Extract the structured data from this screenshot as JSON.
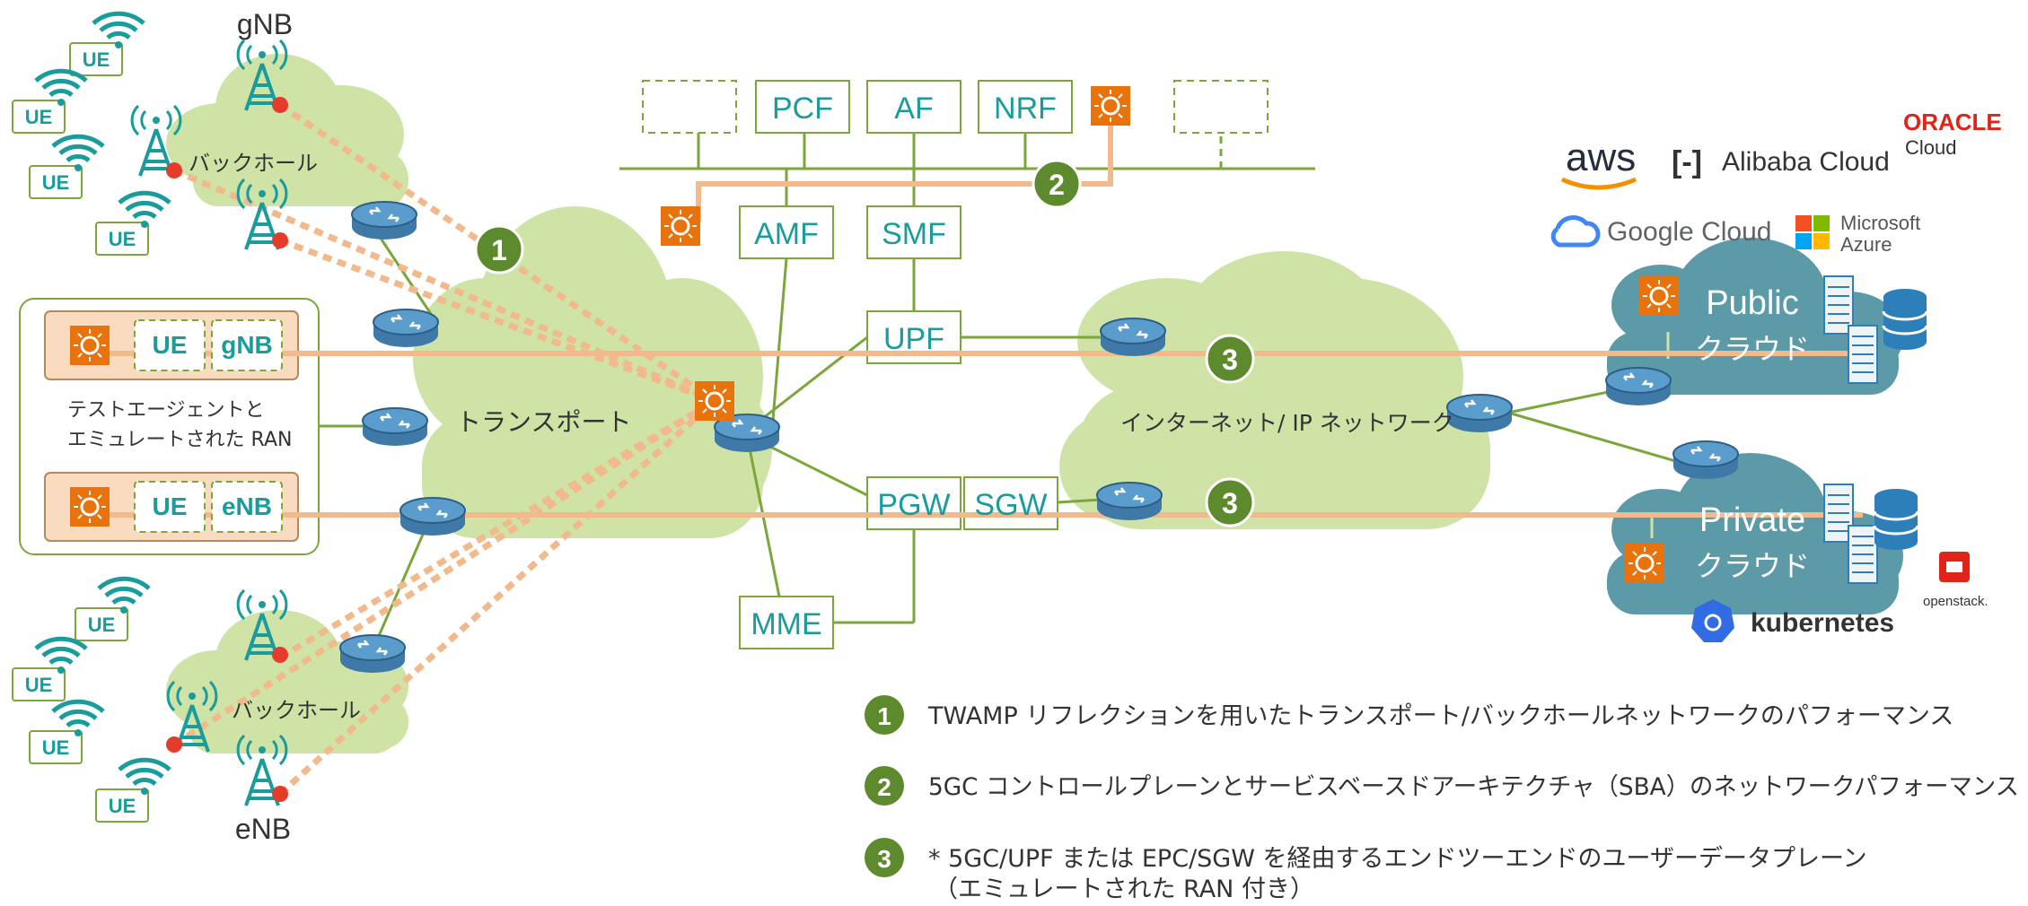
{
  "gnb_label": "gNB",
  "enb_label": "eNB",
  "ue_label": "UE",
  "backhaul_label": "バックホール",
  "transport_label": "トランスポート",
  "internet_label": "インターネット/ IP ネットワーク",
  "test_agent_label_line1": "テストエージェントと",
  "test_agent_label_line2": "エミュレートされた RAN",
  "nf": {
    "pcf": "PCF",
    "af": "AF",
    "nrf": "NRF",
    "amf": "AMF",
    "smf": "SMF",
    "upf": "UPF",
    "pgw": "PGW",
    "sgw": "SGW",
    "mme": "MME",
    "gnb": "gNB",
    "enb": "eNB"
  },
  "clouds": {
    "public_line1": "Public",
    "public_line2": "クラウド",
    "private_line1": "Private",
    "private_line2": "クラウド"
  },
  "brands": {
    "aws": "aws",
    "alibaba": "Alibaba Cloud",
    "oracle": "ORACLE",
    "oracle_sub": "Cloud",
    "google": "Google Cloud",
    "microsoft": "Microsoft",
    "azure": "Azure",
    "kubernetes": "kubernetes",
    "openstack": "openstack."
  },
  "markers": {
    "m1": "1",
    "m2": "2",
    "m3": "3"
  },
  "legend": [
    {
      "num": "1",
      "text": "TWAMP リフレクションを用いたトランスポート/バックホールネットワークのパフォーマンス"
    },
    {
      "num": "2",
      "text": "5GC コントロールプレーンとサービスベースドアーキテクチャ（SBA）のネットワークパフォーマンス"
    },
    {
      "num": "3",
      "text": "* 5GC/UPF または EPC/SGW を経由するエンドツーエンドのユーザーデータプレーン",
      "text2": "（エミュレートされた RAN 付き）"
    }
  ],
  "colors": {
    "cloud_green": "#cfe3a6",
    "cloud_teal": "#5b9aa6",
    "teal": "#1a9c9c",
    "orange": "#e8730c",
    "link_orange": "#f2b98c",
    "marker_green": "#5e8a2e",
    "line_green": "#7aa63a"
  }
}
